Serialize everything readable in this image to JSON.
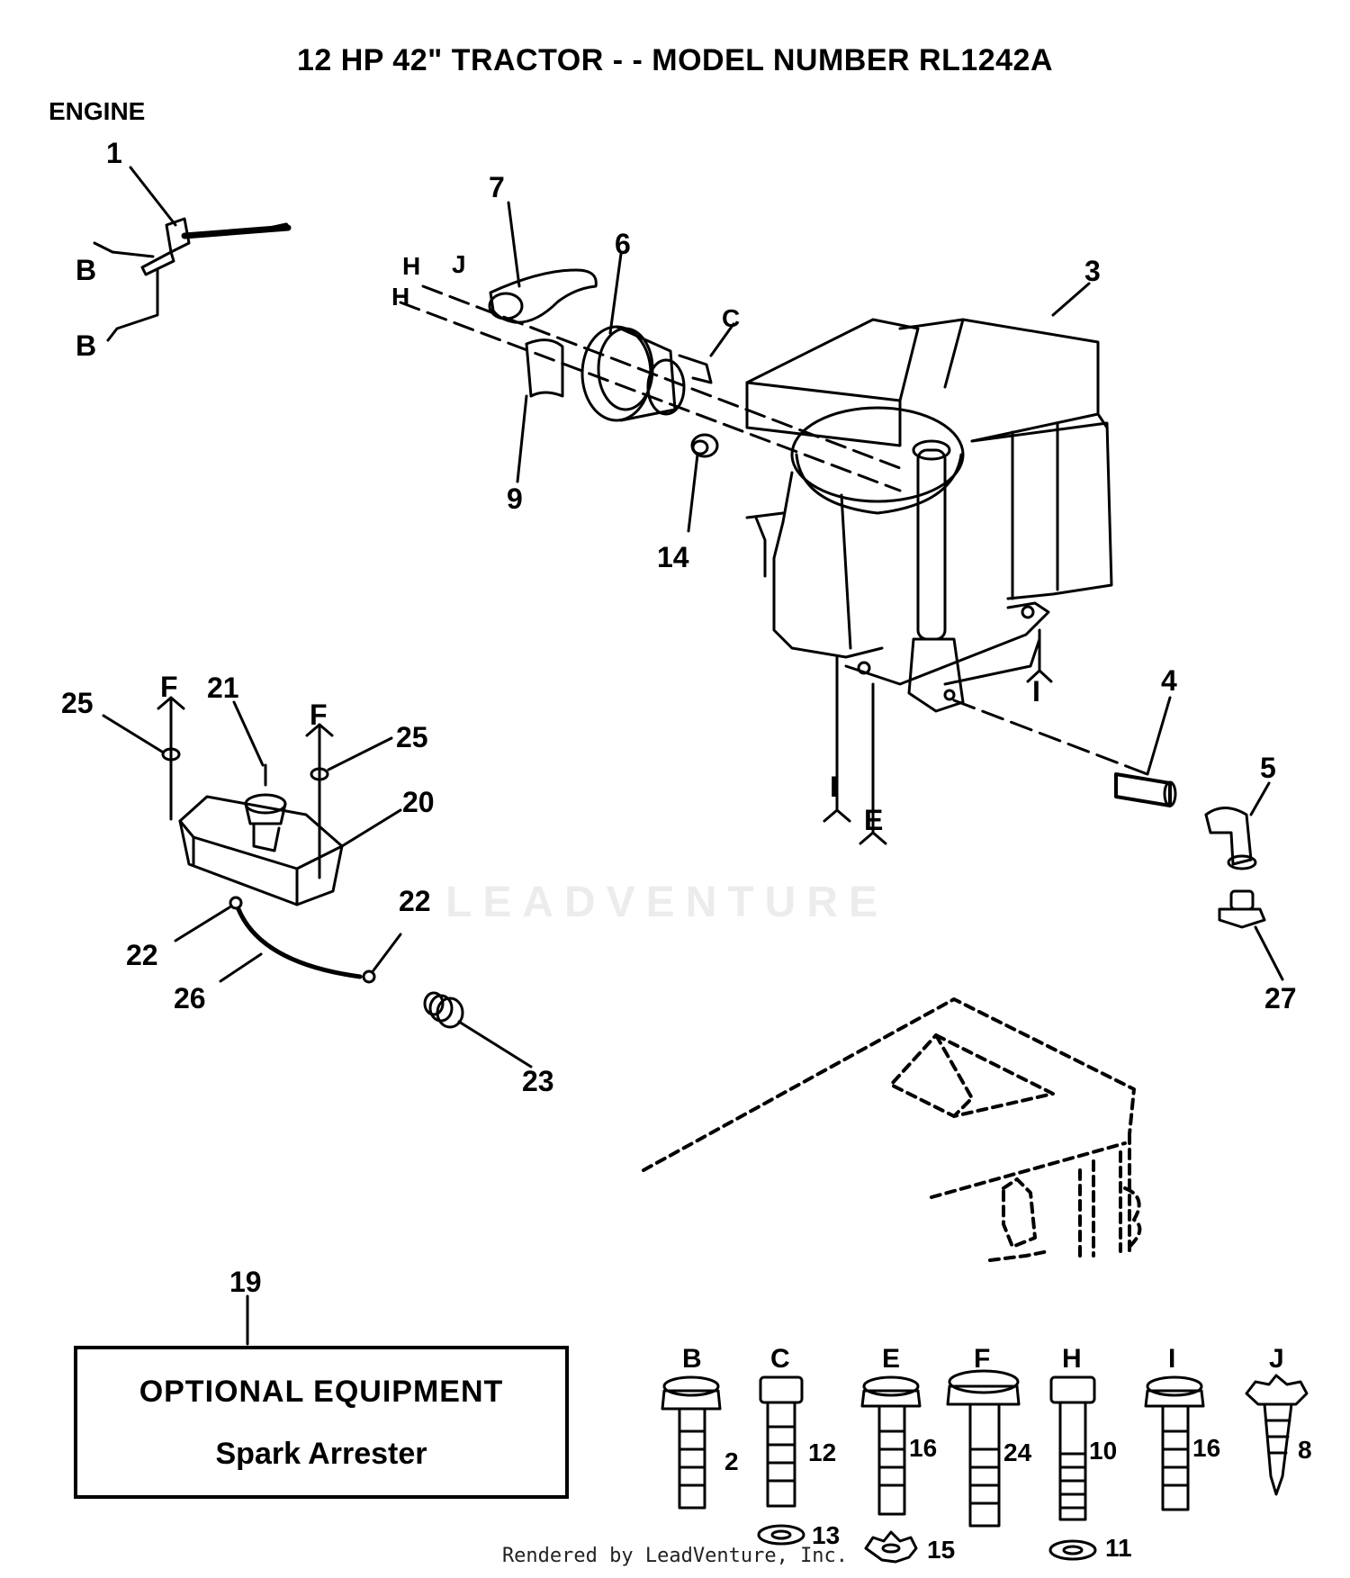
{
  "title": "12 HP 42\"   TRACTOR - - MODEL NUMBER RL1242A",
  "section": "ENGINE",
  "watermark": "LEADVENTURE",
  "optional_box": {
    "heading": "OPTIONAL EQUIPMENT",
    "item": "Spark Arrester",
    "callout": "19"
  },
  "callouts": {
    "c1": "1",
    "c3": "3",
    "c4": "4",
    "c5": "5",
    "c6": "6",
    "c7": "7",
    "c9": "9",
    "c14": "14",
    "c20": "20",
    "c21": "21",
    "c22a": "22",
    "c22b": "22",
    "c23": "23",
    "c25a": "25",
    "c25b": "25",
    "c26": "26",
    "c27": "27"
  },
  "refs": {
    "B1": "B",
    "B2": "B",
    "H1": "H",
    "H2": "H",
    "J": "J",
    "C": "C",
    "F1": "F",
    "F2": "F",
    "I1": "I",
    "I2": "I",
    "E": "E"
  },
  "hardware": [
    {
      "letter": "B",
      "bolt": "2"
    },
    {
      "letter": "C",
      "bolt": "12",
      "washer": "13"
    },
    {
      "letter": "E",
      "bolt": "16",
      "washer": "15"
    },
    {
      "letter": "F",
      "bolt": "24"
    },
    {
      "letter": "H",
      "bolt": "10",
      "washer": "11"
    },
    {
      "letter": "I",
      "bolt": "16"
    },
    {
      "letter": "J",
      "bolt": "8"
    }
  ],
  "footer": "Rendered by LeadVenture, Inc."
}
